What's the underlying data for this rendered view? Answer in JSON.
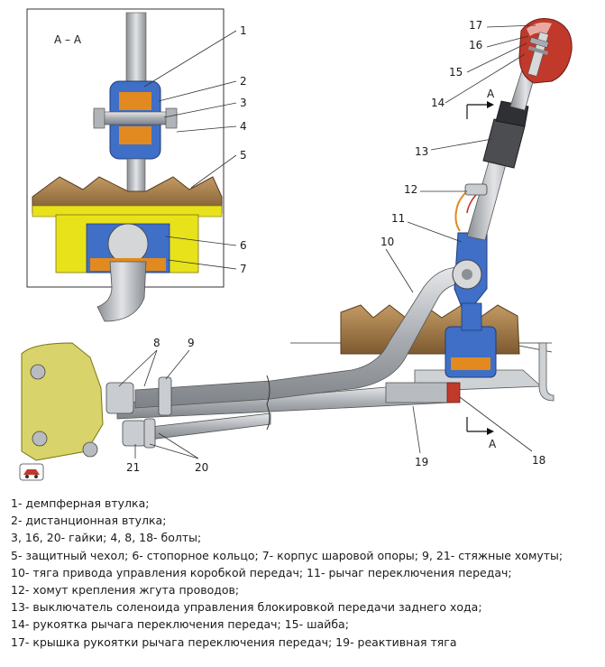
{
  "diagram": {
    "inset_label": "А – А",
    "section_letter_top": "А",
    "section_letter_bottom": "А",
    "callouts": [
      {
        "id": "c1",
        "label": "1"
      },
      {
        "id": "c2",
        "label": "2"
      },
      {
        "id": "c3",
        "label": "3"
      },
      {
        "id": "c4",
        "label": "4"
      },
      {
        "id": "c5",
        "label": "5"
      },
      {
        "id": "c6",
        "label": "6"
      },
      {
        "id": "c7",
        "label": "7"
      },
      {
        "id": "c8",
        "label": "8"
      },
      {
        "id": "c9",
        "label": "9"
      },
      {
        "id": "c10",
        "label": "10"
      },
      {
        "id": "c11",
        "label": "11"
      },
      {
        "id": "c12",
        "label": "12"
      },
      {
        "id": "c13",
        "label": "13"
      },
      {
        "id": "c14",
        "label": "14"
      },
      {
        "id": "c15",
        "label": "15"
      },
      {
        "id": "c16",
        "label": "16"
      },
      {
        "id": "c17",
        "label": "17"
      },
      {
        "id": "c18",
        "label": "18"
      },
      {
        "id": "c19",
        "label": "19"
      },
      {
        "id": "c20",
        "label": "20"
      },
      {
        "id": "c21",
        "label": "21"
      }
    ],
    "colors": {
      "rod": "#b5b8bc",
      "housing_blue": "#3f6fc6",
      "boot_brown": "#a07a4a",
      "yellow": "#e8e21a",
      "knob_red": "#c0392b",
      "orange": "#e28a1f",
      "bracket": "#d8d36a"
    }
  },
  "legend": [
    "1- демпферная втулка;",
    "2- дистанционная втулка;",
    "3, 16, 20- гайки; 4, 8, 18- болты;",
    "5- защитный чехол; 6- стопорное кольцо; 7- корпус шаровой опоры; 9, 21- стяжные хомуты;",
    "10- тяга привода управления коробкой передач; 11- рычаг переключения передач;",
    "12- хомут крепления жгута проводов;",
    "13- выключатель соленоида управления блокировкой передачи заднего хода;",
    "14- рукоятка рычага переключения передач; 15- шайба;",
    "17- крышка рукоятки рычага переключения передач; 19- реактивная тяга"
  ]
}
